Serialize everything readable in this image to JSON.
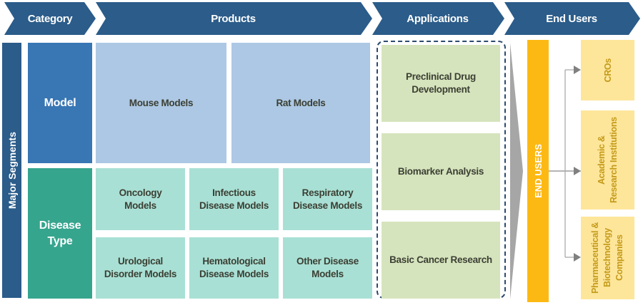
{
  "header": {
    "stages": [
      {
        "label": "Category"
      },
      {
        "label": "Products"
      },
      {
        "label": "Applications"
      },
      {
        "label": "End Users"
      }
    ]
  },
  "side_label": "Major Segments",
  "categories": {
    "model": {
      "label": "Model",
      "products": [
        "Mouse Models",
        "Rat Models"
      ]
    },
    "disease_type": {
      "label": "Disease Type",
      "products": [
        "Oncology Models",
        "Infectious Disease Models",
        "Respiratory Disease Models",
        "Urological Disorder Models",
        "Hematological Disease Models",
        "Other Disease Models"
      ]
    }
  },
  "applications": [
    "Preclinical Drug Development",
    "Biomarker Analysis",
    "Basic Cancer Research"
  ],
  "end_users": {
    "bar_label": "END USERS",
    "items": [
      "CROs",
      "Academic & Research Institutions",
      "Pharmaceutical & Biotechnology Companies"
    ]
  },
  "colors": {
    "header": "#2b5c8a",
    "model": "#3876b4",
    "disease_type": "#36a58e",
    "products_model": "#adc8e4",
    "products_disease": "#a9e0d5",
    "applications": "#d6e4bd",
    "end_users_bar": "#fdb913",
    "end_users_items": "#fde69a"
  }
}
